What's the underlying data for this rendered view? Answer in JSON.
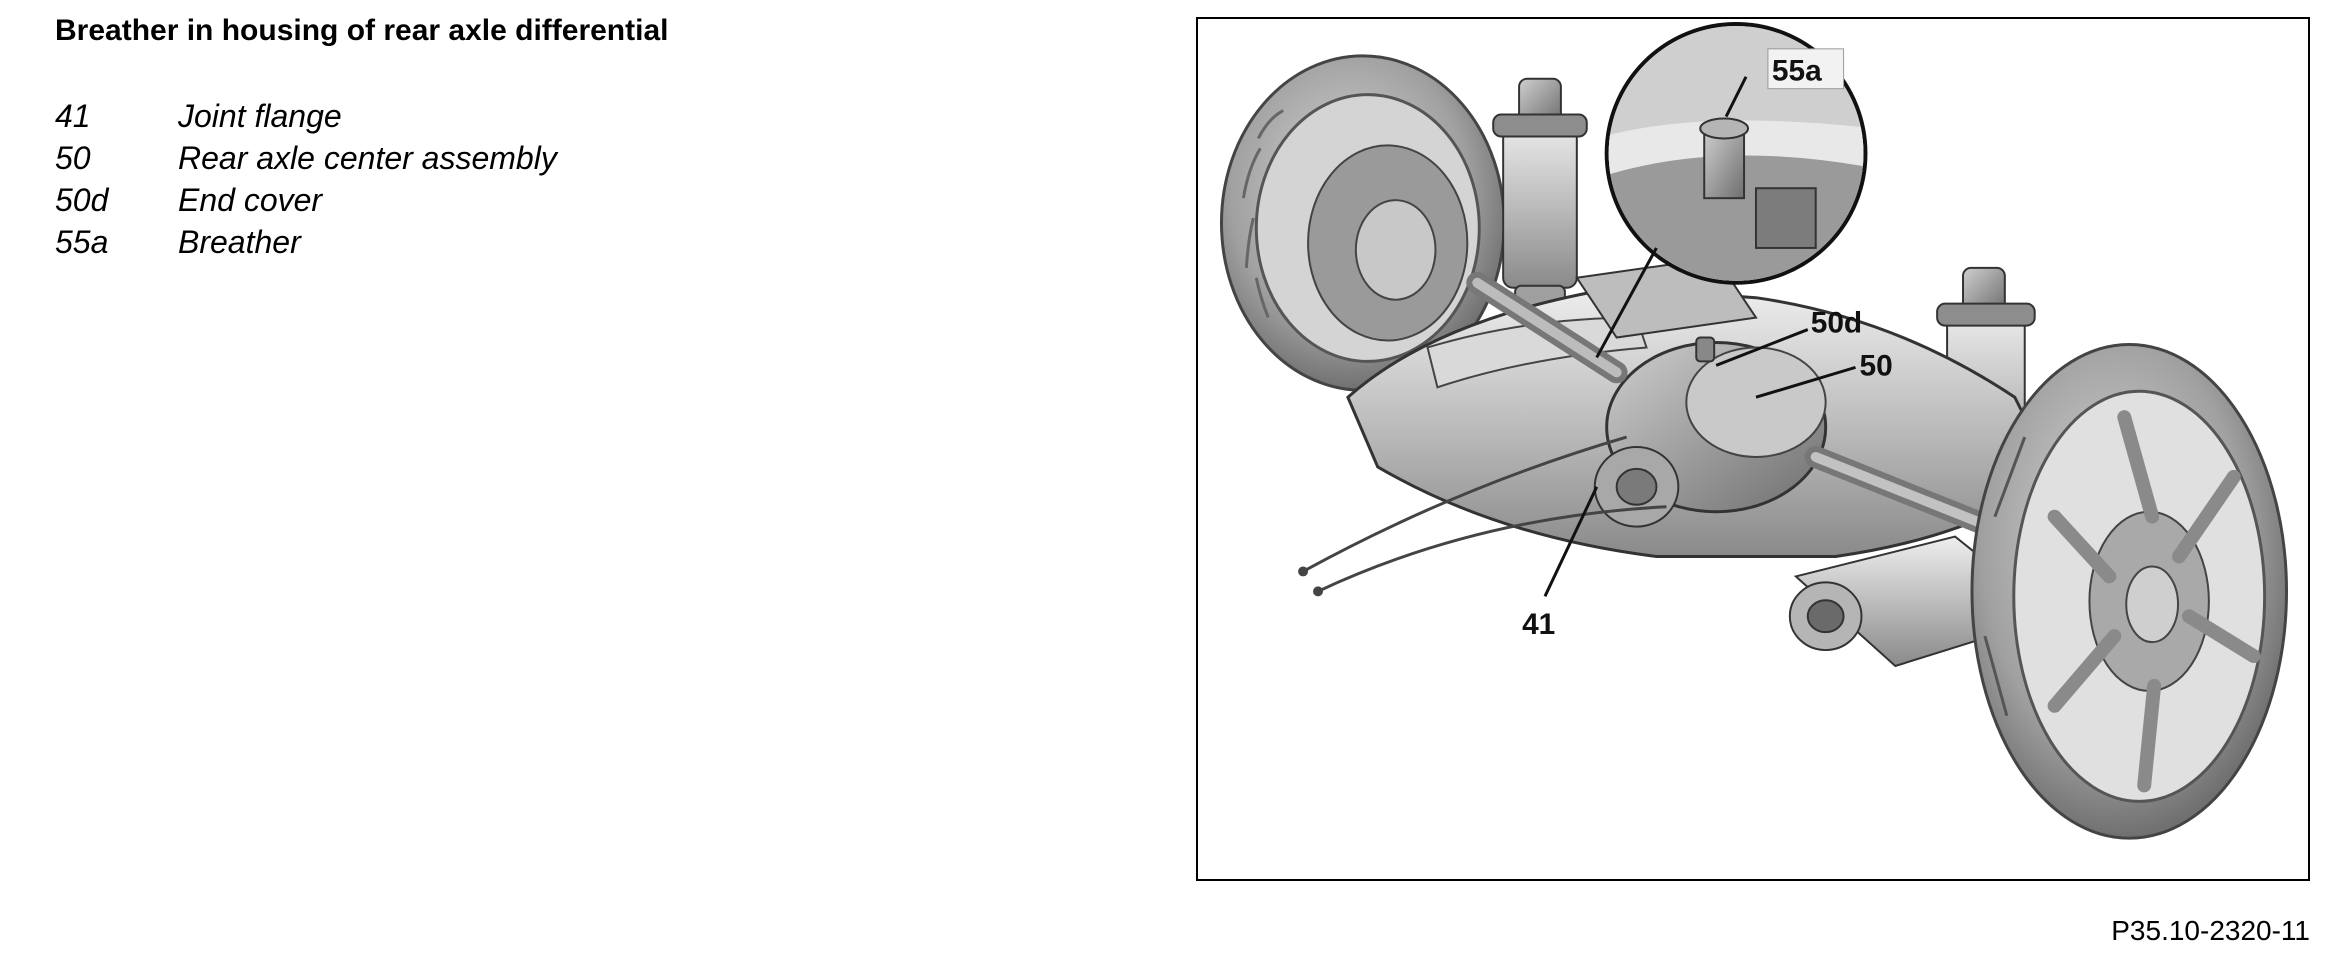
{
  "title": "Breather in housing of rear axle differential",
  "legend": [
    {
      "num": "41",
      "label": "Joint flange"
    },
    {
      "num": "50",
      "label": "Rear axle center assembly"
    },
    {
      "num": "50d",
      "label": "End cover"
    },
    {
      "num": "55a",
      "label": "Breather"
    }
  ],
  "figure": {
    "callouts": {
      "c55a": "55a",
      "c50d": "50d",
      "c50": "50",
      "c41": "41"
    }
  },
  "doc_code": "P35.10-2320-11"
}
